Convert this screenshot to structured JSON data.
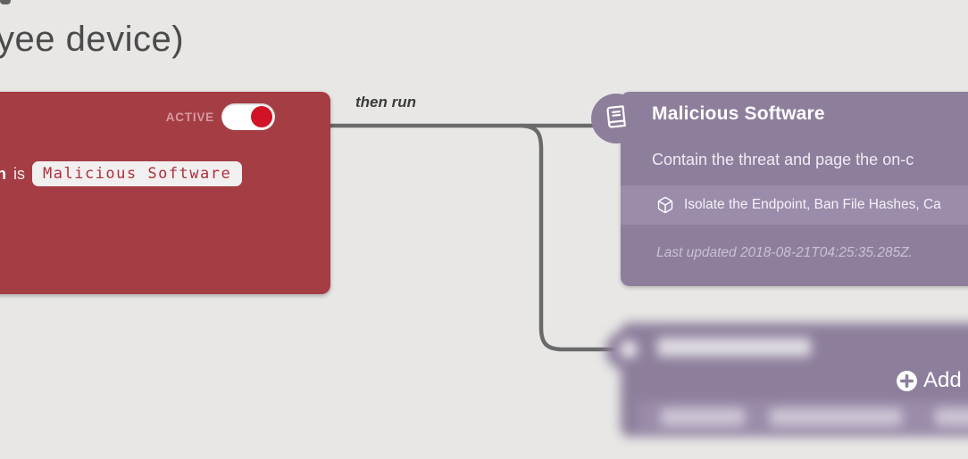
{
  "canvas": {
    "background": "#e8e7e5",
    "title_fragment": "yee device)"
  },
  "trigger_card": {
    "background": "#a53d45",
    "active_label": "ACTIVE",
    "toggle": {
      "state": "on",
      "knob_color": "#d21226"
    },
    "condition": {
      "prefix_bold": "n",
      "verb": "is",
      "value": "Malicious Software"
    },
    "chip": {
      "background": "#f1efef",
      "text_color": "#ae2f3d"
    }
  },
  "connector": {
    "label": "then run",
    "color": "#6a6a6a"
  },
  "playbook_card": {
    "background": "#8d7f9c",
    "band_background": "#9a8caa",
    "title": "Malicious Software",
    "subtitle": "Contain the threat and page the on-c",
    "steps_summary": "Isolate the Endpoint, Ban File Hashes, Ca",
    "last_updated": "Last updated 2018-08-21T04:25:35.285Z."
  },
  "placeholder_card": {
    "blurred": true,
    "add_label": "Add"
  }
}
